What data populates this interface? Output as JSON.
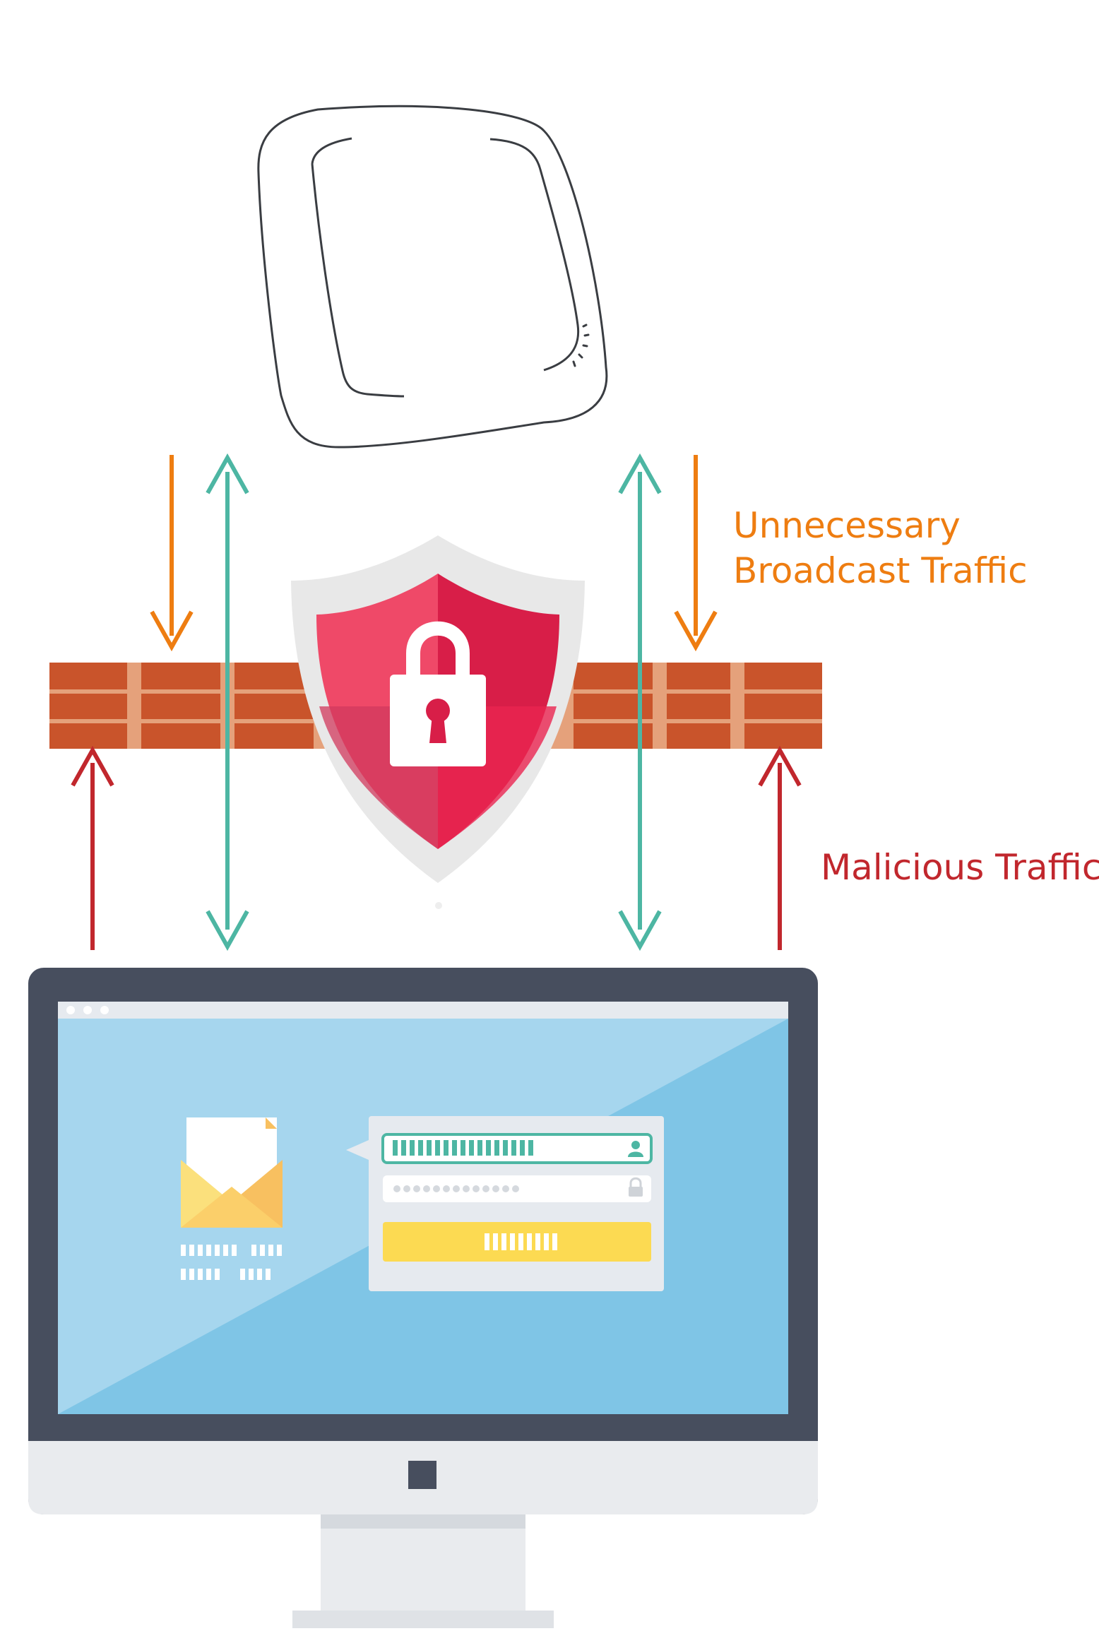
{
  "labels": {
    "broadcast_line1": "Unnecessary",
    "broadcast_line2": "Broadcast Traffic",
    "malicious": "Malicious Traffic"
  },
  "colors": {
    "broadcast": "#ee7d11",
    "malicious": "#c1272d",
    "allowed": "#4db6a3",
    "brick": "#c9542b",
    "mortar": "#e5a17b",
    "shield_red": "#d81e48",
    "shield_pink": "#ef4968",
    "shield_rim": "#e8e8e8",
    "monitor_frame": "#474e5e",
    "screen_light": "#a6d6ee",
    "screen_dark": "#7fc5e6",
    "login_panel": "#e6eaef",
    "login_button": "#fcda52",
    "envelope_yellow": "#fbe07c",
    "envelope_orange": "#f8c060"
  },
  "icons": {
    "access_point": "access-point-icon",
    "shield": "shield-icon",
    "lock": "padlock-icon",
    "monitor": "desktop-monitor-icon",
    "envelope": "envelope-icon",
    "user": "user-icon"
  }
}
